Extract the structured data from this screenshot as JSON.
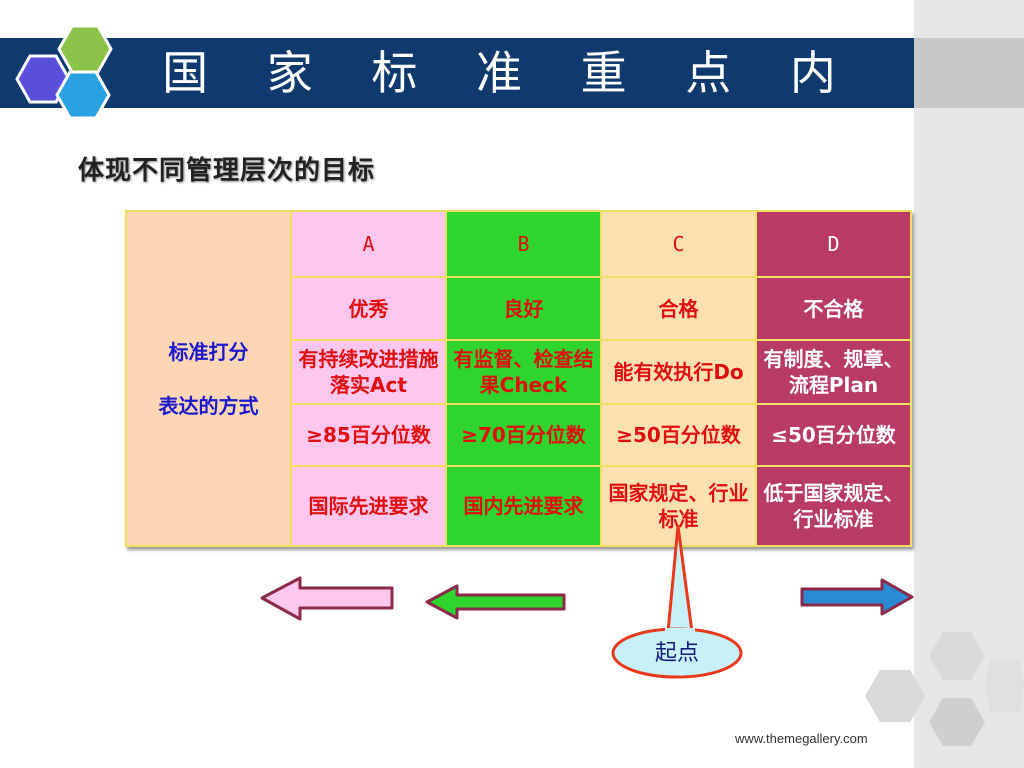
{
  "slide": {
    "title": "国 家 标 准 重 点 内 容",
    "subtitle": "体现不同管理层次的目标",
    "website": "www.themegallery.com"
  },
  "table": {
    "row_label_line1": "标准打分",
    "row_label_line2": "表达的方式",
    "columns": [
      {
        "header": "A",
        "rating": "优秀",
        "method": "有持续改进措施落实Act",
        "score": "≥85百分位数",
        "level": "国际先进要求"
      },
      {
        "header": "B",
        "rating": "良好",
        "method": "有监督、检查结果Check",
        "score": "≥70百分位数",
        "level": "国内先进要求"
      },
      {
        "header": "C",
        "rating": "合格",
        "method": "能有效执行Do",
        "score": "≥50百分位数",
        "level": "国家规定、行业标准"
      },
      {
        "header": "D",
        "rating": "不合格",
        "method": "有制度、规章、流程Plan",
        "score": "≤50百分位数",
        "level": "低于国家规定、行业标准"
      }
    ]
  },
  "callout": {
    "label": "起点"
  },
  "colors": {
    "title_bar": "#103a6e",
    "col_a": "#ffc6ee",
    "col_b": "#2fd42f",
    "col_c": "#fde0b0",
    "col_d": "#b83a66",
    "label_bg": "#fcd5b5",
    "arrow_pink": "#ffc6ee",
    "arrow_green": "#2fd42f",
    "arrow_blue": "#2a8ad4"
  },
  "icons": {
    "logo": "hexagon-cluster-logo",
    "decor": "gray-hexagon-pattern"
  }
}
